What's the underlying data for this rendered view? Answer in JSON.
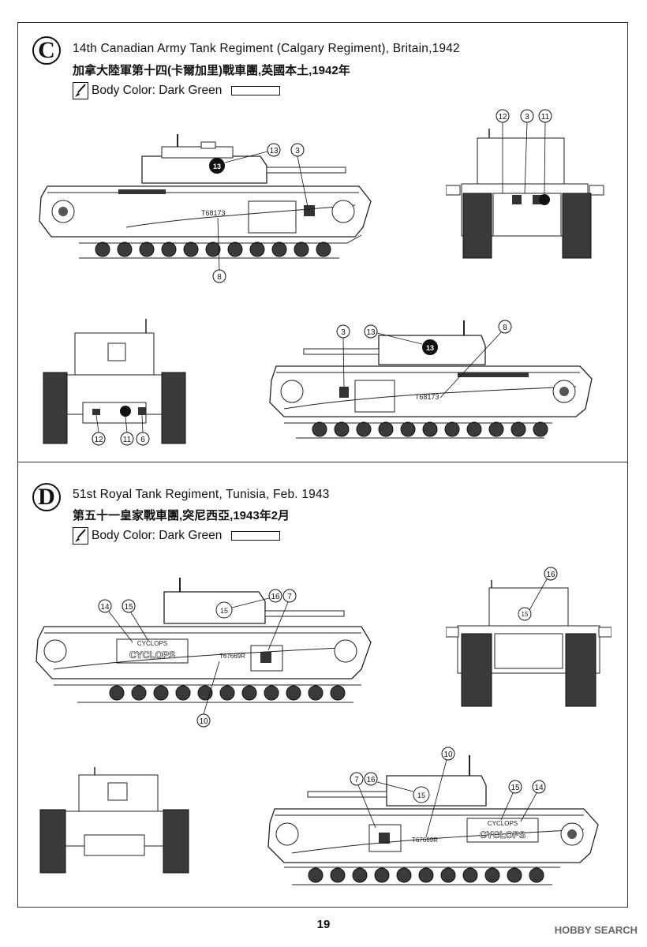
{
  "sections": [
    {
      "letter": "C",
      "title_en": "14th Canadian Army Tank Regiment (Calgary Regiment), Britain,1942",
      "title_zh": "加拿大陸軍第十四(卡爾加里)戰車團,英國本土,1942年",
      "body_color": "Body Color: Dark Green",
      "left_side": {
        "serial": "T68173",
        "tactical": "13",
        "callouts": [
          "13",
          "3",
          "8"
        ]
      },
      "front": {
        "callouts": [
          "12",
          "3",
          "11"
        ]
      },
      "rear": {
        "callouts": [
          "12",
          "11",
          "6"
        ]
      },
      "right_side": {
        "serial": "T68173",
        "tactical": "13",
        "callouts": [
          "3",
          "13",
          "8"
        ]
      }
    },
    {
      "letter": "D",
      "title_en": "51st Royal Tank Regiment, Tunisia, Feb. 1943",
      "title_zh": "第五十一皇家戰車團,突尼西亞,1943年2月",
      "body_color": "Body Color: Dark Green",
      "left_side": {
        "serial": "T67669R",
        "tactical": "15",
        "name_small": "CYCLOPS",
        "name_large": "CYCLOPS",
        "callouts": [
          "14",
          "15",
          "16",
          "7",
          "10"
        ]
      },
      "front": {
        "tactical": "15",
        "callouts": [
          "16"
        ]
      },
      "right_side": {
        "serial": "T67669R",
        "tactical": "15",
        "name_small": "CYCLOPS",
        "name_large": "CYCLOPS",
        "callouts": [
          "10",
          "7",
          "16",
          "15",
          "14"
        ]
      }
    }
  ],
  "page_number": "19",
  "watermark": "HOBBY SEARCH",
  "colors": {
    "line": "#222222",
    "hull": "#ffffff",
    "wheel": "#3a3a3a"
  }
}
